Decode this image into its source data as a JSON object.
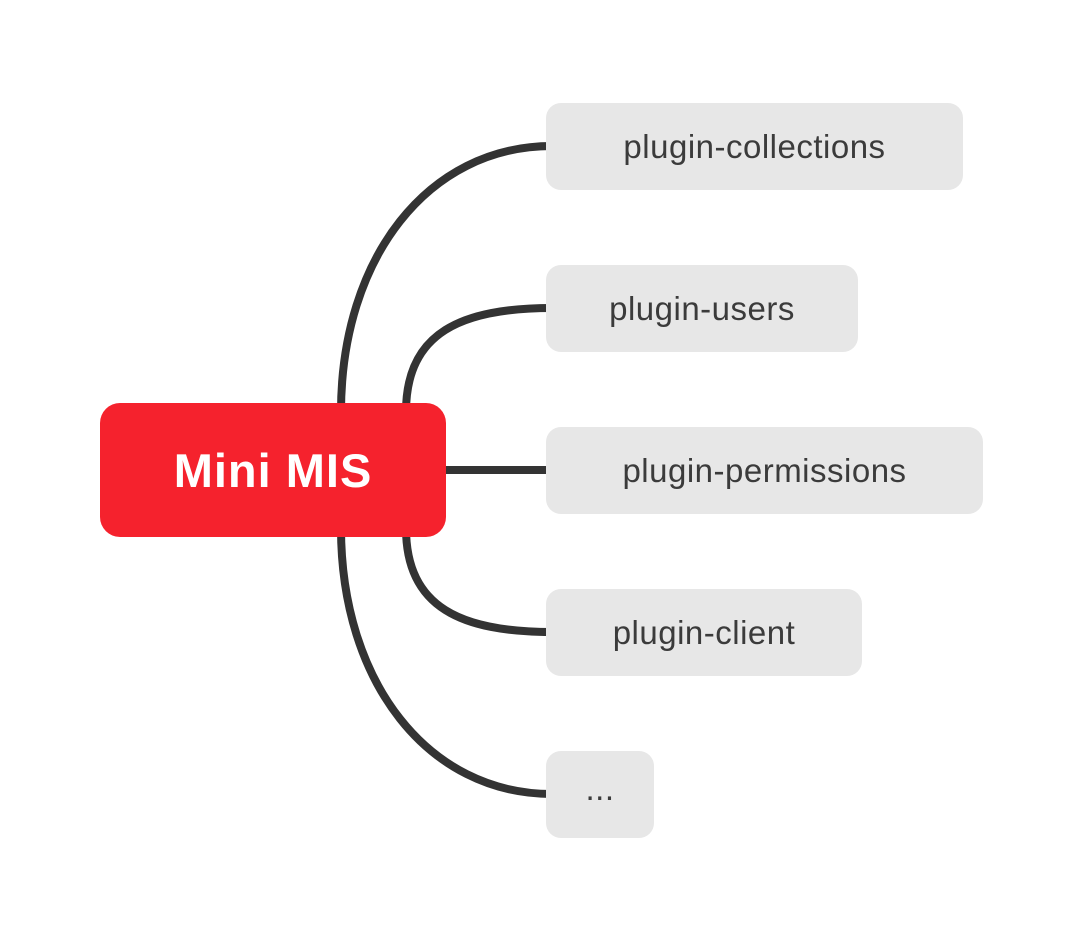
{
  "diagram": {
    "type": "mindmap",
    "background": "#FFFFFF",
    "connector_color": "#333333",
    "root": {
      "label": "Mini MIS",
      "bg_color": "#F5222D",
      "text_color": "#FFFFFF"
    },
    "children": [
      {
        "label": "plugin-collections"
      },
      {
        "label": "plugin-users"
      },
      {
        "label": "plugin-permissions"
      },
      {
        "label": "plugin-client"
      },
      {
        "label": "..."
      }
    ],
    "child_bg_color": "#E7E7E7",
    "child_text_color": "#3B3B3B"
  }
}
